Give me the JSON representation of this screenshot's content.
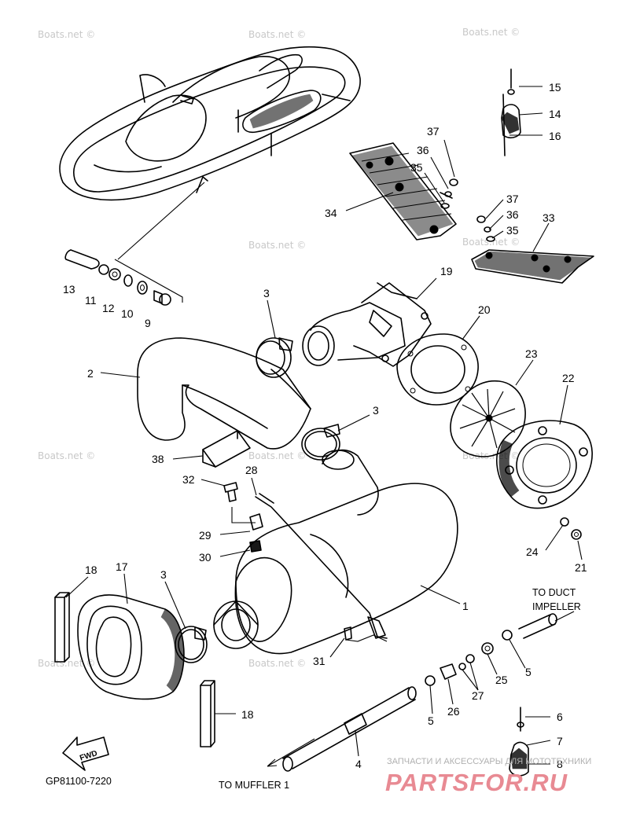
{
  "diagram_code": "GP81100-7220",
  "watermark": "Boats.net ©",
  "notes": {
    "to_duct_line1": "TO DUCT",
    "to_duct_line2": "IMPELLER",
    "to_muffler": "TO MUFFLER 1"
  },
  "fwd_label": "FWD",
  "brand": {
    "tagline": "ЗАПЧАСТИ И АКСЕССУАРЫ ДЛЯ МОТОТЕХНИКИ",
    "name": "PARTSFOR.RU"
  },
  "callouts": [
    "15",
    "14",
    "16",
    "37",
    "36",
    "35",
    "34",
    "37",
    "36",
    "35",
    "33",
    "13",
    "11",
    "12",
    "10",
    "9",
    "19",
    "3",
    "20",
    "2",
    "23",
    "22",
    "3",
    "38",
    "32",
    "28",
    "29",
    "30",
    "24",
    "21",
    "18",
    "17",
    "3",
    "1",
    "31",
    "25",
    "5",
    "27",
    "26",
    "5",
    "6",
    "7",
    "8",
    "18",
    "4"
  ]
}
